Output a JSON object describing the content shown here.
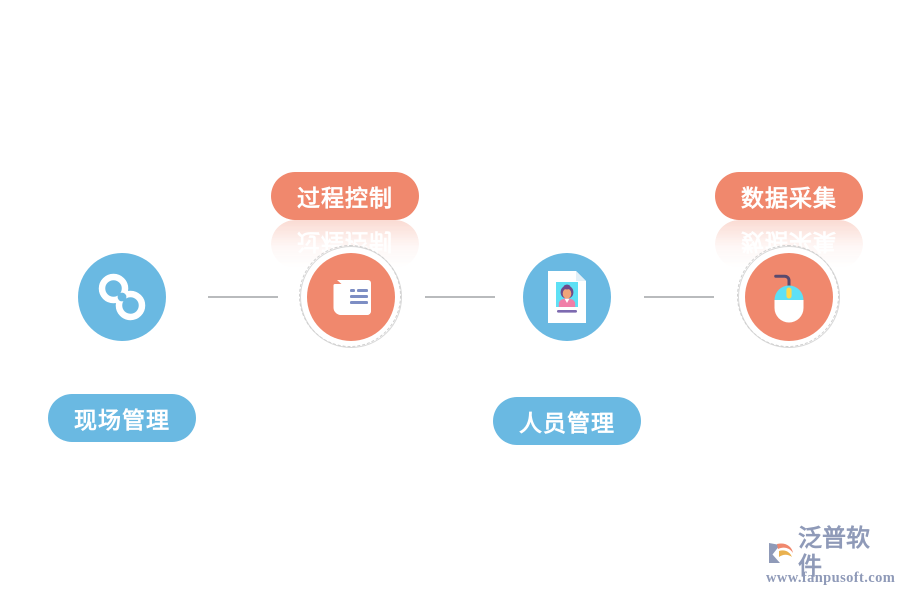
{
  "diagram": {
    "type": "horizontal-flow",
    "background_color": "#ffffff",
    "colors": {
      "blue": "#6ab9e2",
      "orange": "#f0886d",
      "connector": "#b9bbbd",
      "logo_text": "#8f9ab8"
    },
    "nodes": [
      {
        "id": "site-management",
        "label": "现场管理",
        "icon": "chain-link-icon",
        "circle_color": "#6ab9e2",
        "badge_color": "#6ab9e2",
        "badge_position": "below",
        "has_dashed_ring": false,
        "has_reflection": false
      },
      {
        "id": "process-control",
        "label": "过程控制",
        "icon": "scroll-document-icon",
        "circle_color": "#f0886d",
        "badge_color": "#f0886d",
        "badge_position": "above",
        "has_dashed_ring": true,
        "has_reflection": true
      },
      {
        "id": "personnel-management",
        "label": "人员管理",
        "icon": "id-card-document-icon",
        "circle_color": "#6ab9e2",
        "badge_color": "#6ab9e2",
        "badge_position": "below",
        "has_dashed_ring": false,
        "has_reflection": false
      },
      {
        "id": "data-collection",
        "label": "数据采集",
        "icon": "computer-mouse-icon",
        "circle_color": "#f0886d",
        "badge_color": "#f0886d",
        "badge_position": "above",
        "has_dashed_ring": true,
        "has_reflection": true
      }
    ],
    "connectors": [
      {
        "from": "site-management",
        "to": "process-control"
      },
      {
        "from": "process-control",
        "to": "personnel-management"
      },
      {
        "from": "personnel-management",
        "to": "data-collection"
      }
    ]
  },
  "logo": {
    "name": "泛普软件",
    "url": "www.fanpusoft.com",
    "mark": "fanpu-logo-mark"
  }
}
